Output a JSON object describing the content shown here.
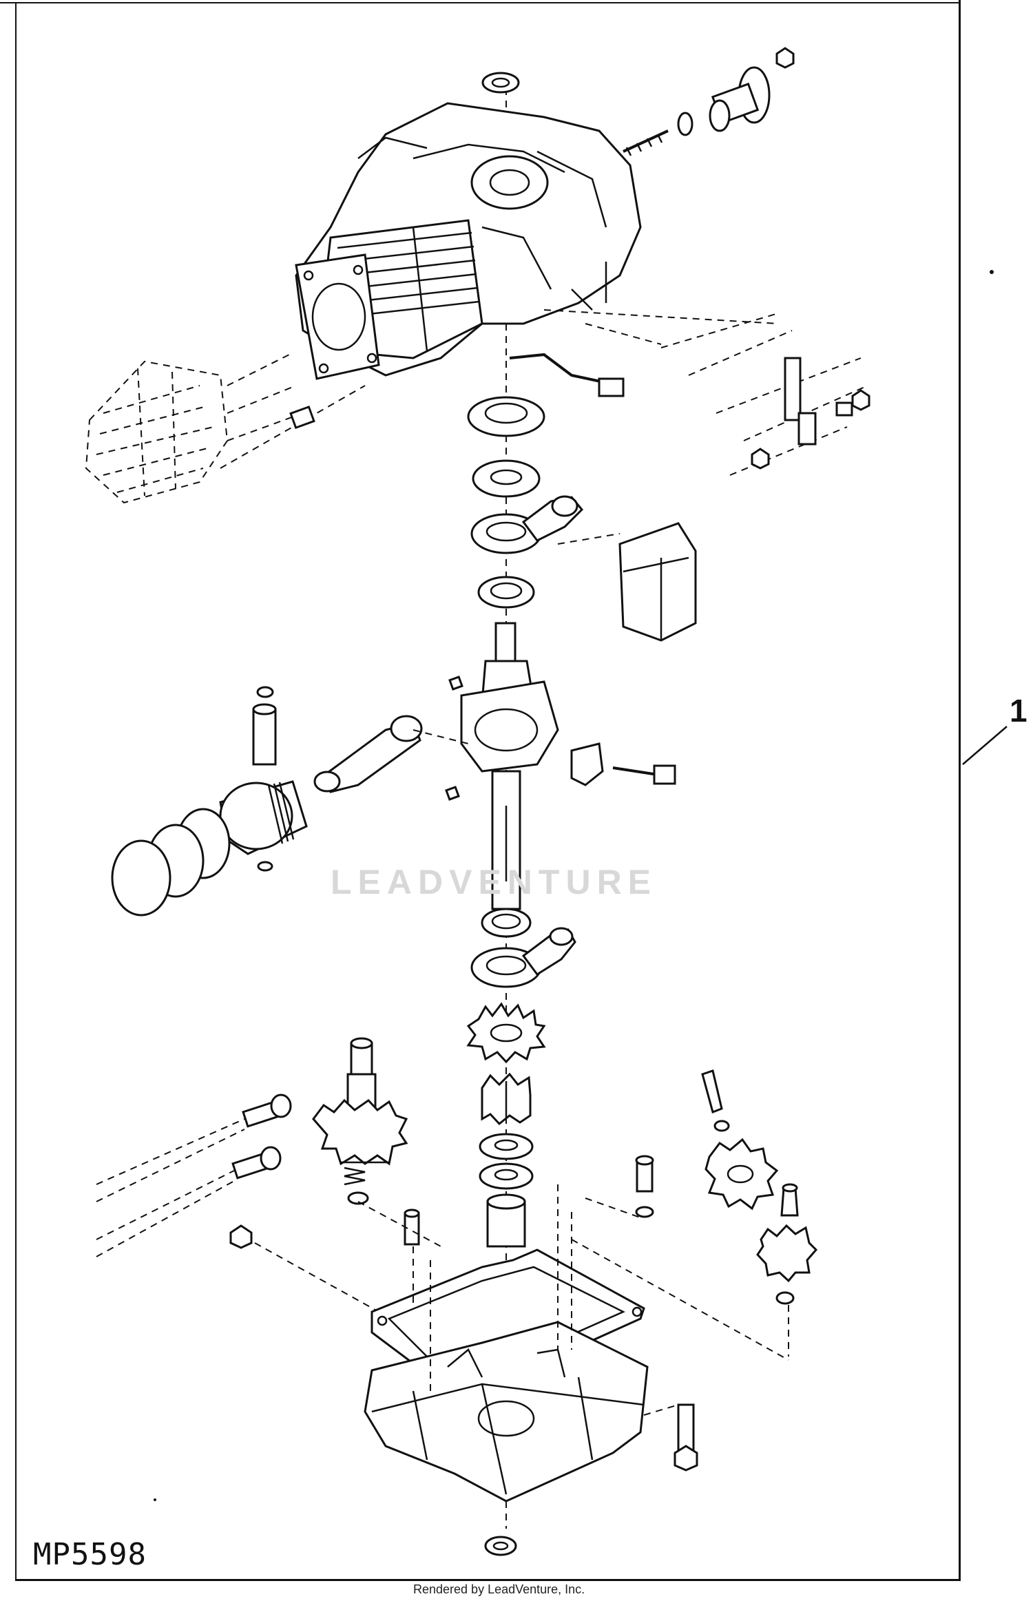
{
  "figure_id": "MP5598",
  "callout": "1",
  "watermark": "LEADVENTURE",
  "footer": "Rendered by LeadVenture, Inc."
}
